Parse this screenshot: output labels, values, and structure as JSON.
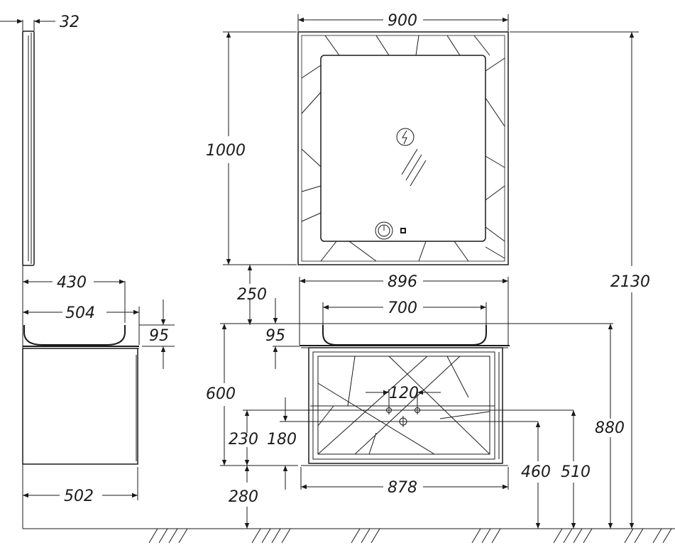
{
  "dimensions": {
    "side_mirror_depth": "32",
    "sink_depth_top": "430",
    "sink_depth_full": "504",
    "side_sink_height": "95",
    "cabinet_depth": "502",
    "mirror_width": "900",
    "mirror_height": "1000",
    "mirror_gap": "250",
    "total_height": "2130",
    "sink_width": "896",
    "basin_width": "700",
    "front_sink_height": "95",
    "cabinet_height": "600",
    "drain_spacing": "120",
    "drain_height_a": "230",
    "drain_height_b": "180",
    "leg_height": "280",
    "cabinet_width": "878",
    "height_460": "460",
    "height_510": "510",
    "height_880": "880"
  },
  "icons": {
    "light_symbol": "lightning-circle-icon",
    "touch_switch": "power-icon"
  },
  "colors": {
    "line": "#1a1a1a",
    "background": "#ffffff",
    "mirror_frame": "#ffffff"
  }
}
